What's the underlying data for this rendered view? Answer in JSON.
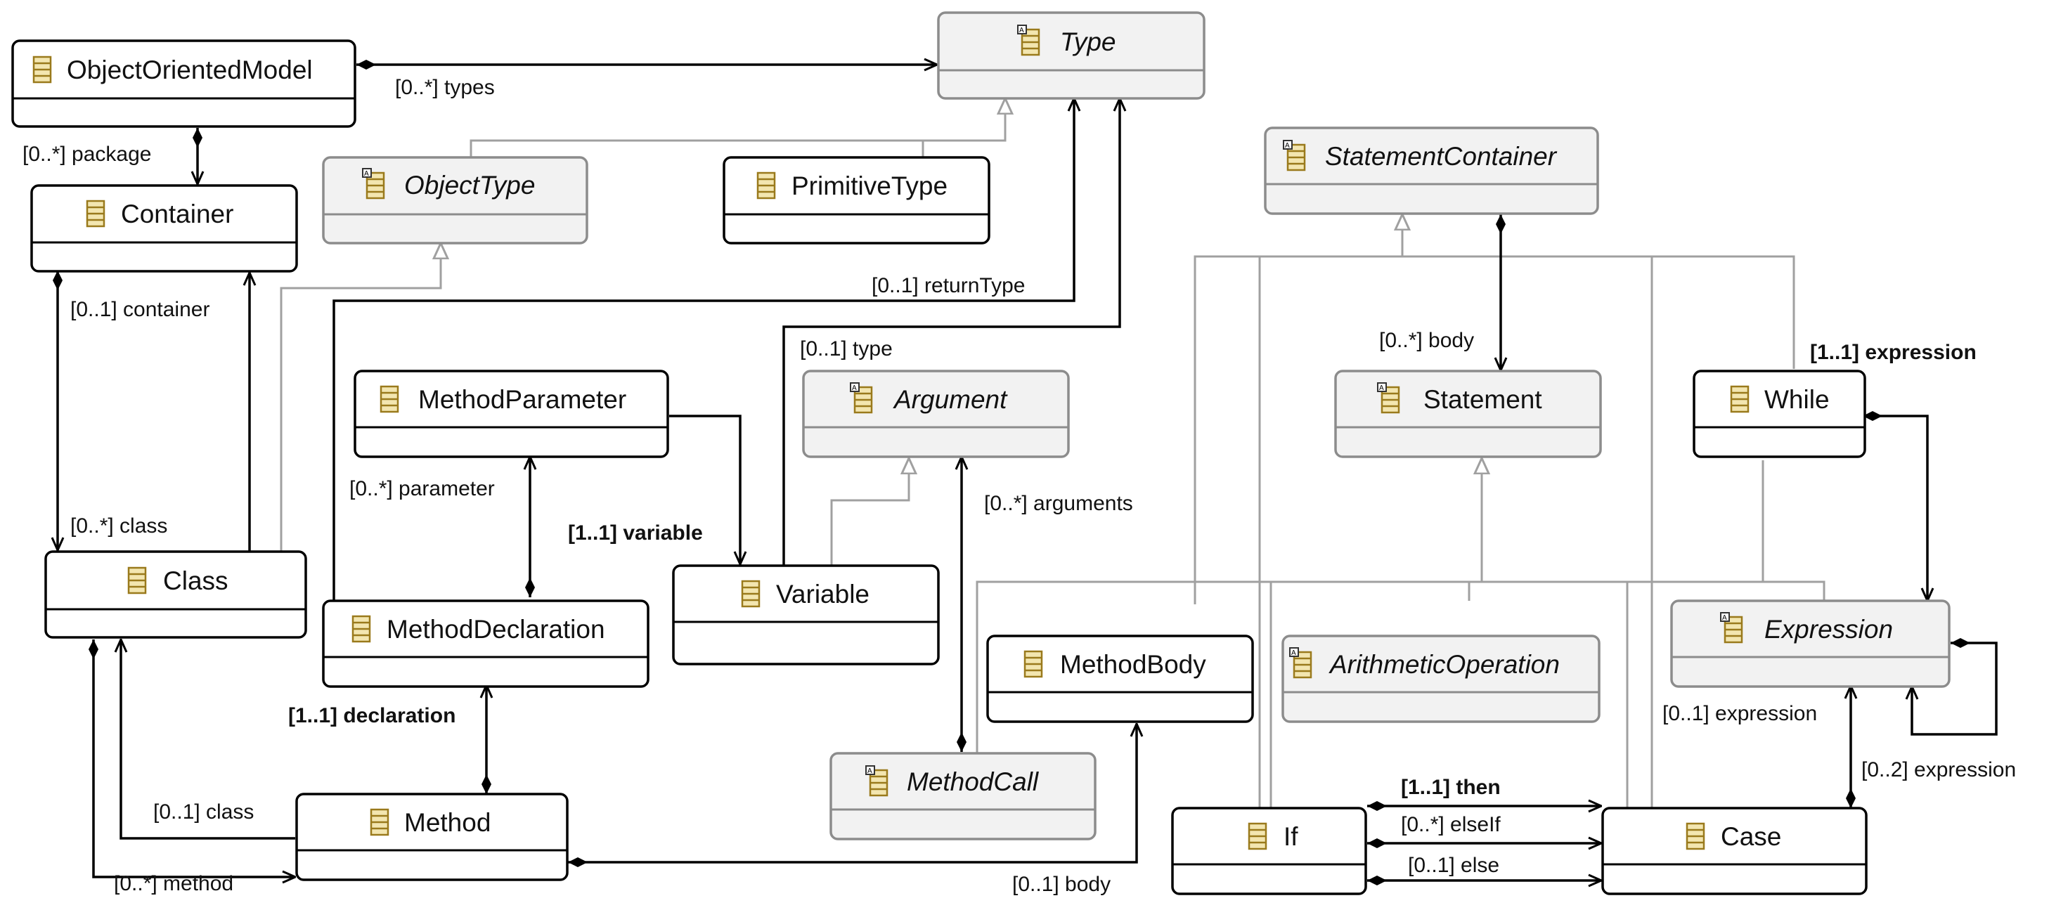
{
  "classes": {
    "object_oriented_model": "ObjectOrientedModel",
    "type": "Type",
    "container": "Container",
    "object_type": "ObjectType",
    "primitive_type": "PrimitiveType",
    "statement_container": "StatementContainer",
    "method_parameter": "MethodParameter",
    "argument": "Argument",
    "statement": "Statement",
    "while": "While",
    "class": "Class",
    "method_declaration": "MethodDeclaration",
    "variable": "Variable",
    "method_body": "MethodBody",
    "arithmetic_operation": "ArithmeticOperation",
    "expression": "Expression",
    "method_call": "MethodCall",
    "method": "Method",
    "if": "If",
    "case": "Case"
  },
  "abstract_classes": [
    "Type",
    "ObjectType",
    "StatementContainer",
    "Argument",
    "Statement",
    "ArithmeticOperation",
    "Expression",
    "MethodCall"
  ],
  "labels": {
    "types": "[0..*] types",
    "package": "[0..*] package",
    "container": "[0..1] container",
    "container_class": "[0..*] class",
    "return_type": "[0..1] returnType",
    "var_type": "[0..1] type",
    "body": "[0..*] body",
    "while_expression": "[1..1] expression",
    "parameter": "[0..*] parameter",
    "variable": "[1..1] variable",
    "arguments": "[0..*] arguments",
    "declaration": "[1..1] declaration",
    "method_class": "[0..1] class",
    "class_method": "[0..*] method",
    "method_body": "[0..1] body",
    "case_expression": "[0..1] expression",
    "expr_expression": "[0..2] expression",
    "then": "[1..1] then",
    "elseif": "[0..*] elseIf",
    "else": "[0..1] else"
  },
  "colors": {
    "concrete_fill": "#ffffff",
    "abstract_fill": "#f2f2f2",
    "abstract_border": "#8c8c8c",
    "inheritance_line": "#a0a0a0",
    "class_icon": "#f3e6b0"
  }
}
